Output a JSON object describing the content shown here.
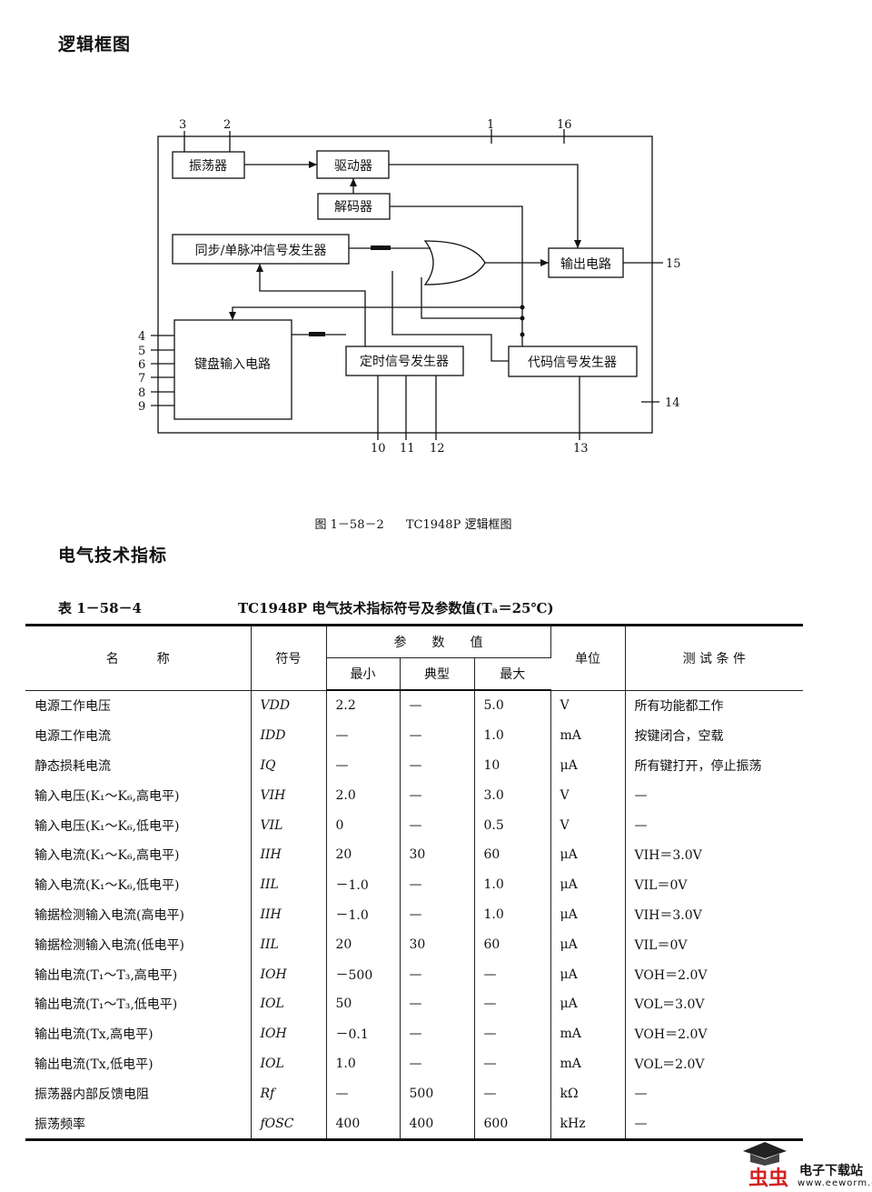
{
  "headings": {
    "logic": "逻辑框图",
    "electrical": "电气技术指标"
  },
  "diagram": {
    "blocks": {
      "oscillator": "振荡器",
      "driver": "驱动器",
      "decoder": "解码器",
      "sync": "同步/单脉冲信号发生器",
      "output": "输出电路",
      "keyboard": "键盘输入电路",
      "timing": "定时信号发生器",
      "code": "代码信号发生器"
    },
    "pins": [
      "1",
      "2",
      "3",
      "4",
      "5",
      "6",
      "7",
      "8",
      "9",
      "10",
      "11",
      "12",
      "13",
      "14",
      "15",
      "16"
    ]
  },
  "caption": {
    "fig_no": "图 1－58－2",
    "text": "TC1948P 逻辑框图"
  },
  "table": {
    "number": "表 1－58－4",
    "title": "TC1948P 电气技术指标符号及参数值(Tₐ＝25℃)",
    "headers": {
      "name": "名　　　称",
      "symbol": "符号",
      "params": "参　　数　　值",
      "min": "最小",
      "typ": "典型",
      "max": "最大",
      "unit": "单位",
      "cond": "测 试 条 件"
    },
    "rows": [
      {
        "name": "电源工作电压",
        "sym": "VDD",
        "min": "2.2",
        "typ": "—",
        "max": "5.0",
        "unit": "V",
        "cond": "所有功能都工作"
      },
      {
        "name": "电源工作电流",
        "sym": "IDD",
        "min": "—",
        "typ": "—",
        "max": "1.0",
        "unit": "mA",
        "cond": "按键闭合，空载"
      },
      {
        "name": "静态损耗电流",
        "sym": "IQ",
        "min": "—",
        "typ": "—",
        "max": "10",
        "unit": "μA",
        "cond": "所有键打开，停止振荡"
      },
      {
        "name": "输入电压(K₁～K₆,高电平)",
        "sym": "VIH",
        "min": "2.0",
        "typ": "—",
        "max": "3.0",
        "unit": "V",
        "cond": "—"
      },
      {
        "name": "输入电压(K₁～K₆,低电平)",
        "sym": "VIL",
        "min": "0",
        "typ": "—",
        "max": "0.5",
        "unit": "V",
        "cond": "—"
      },
      {
        "name": "输入电流(K₁～K₆,高电平)",
        "sym": "IIH",
        "min": "20",
        "typ": "30",
        "max": "60",
        "unit": "μA",
        "cond": "VIH＝3.0V"
      },
      {
        "name": "输入电流(K₁～K₆,低电平)",
        "sym": "IIL",
        "min": "－1.0",
        "typ": "—",
        "max": "1.0",
        "unit": "μA",
        "cond": "VIL＝0V"
      },
      {
        "name": "输据检测输入电流(高电平)",
        "sym": "IIH",
        "min": "－1.0",
        "typ": "—",
        "max": "1.0",
        "unit": "μA",
        "cond": "VIH＝3.0V"
      },
      {
        "name": "输据检测输入电流(低电平)",
        "sym": "IIL",
        "min": "20",
        "typ": "30",
        "max": "60",
        "unit": "μA",
        "cond": "VIL＝0V"
      },
      {
        "name": "输出电流(T₁～T₃,高电平)",
        "sym": "IOH",
        "min": "－500",
        "typ": "—",
        "max": "—",
        "unit": "μA",
        "cond": "VOH＝2.0V"
      },
      {
        "name": "输出电流(T₁～T₃,低电平)",
        "sym": "IOL",
        "min": "50",
        "typ": "—",
        "max": "—",
        "unit": "μA",
        "cond": "VOL＝3.0V"
      },
      {
        "name": "输出电流(Tx,高电平)",
        "sym": "IOH",
        "min": "－0.1",
        "typ": "—",
        "max": "—",
        "unit": "mA",
        "cond": "VOH＝2.0V"
      },
      {
        "name": "输出电流(Tx,低电平)",
        "sym": "IOL",
        "min": "1.0",
        "typ": "—",
        "max": "—",
        "unit": "mA",
        "cond": "VOL＝2.0V"
      },
      {
        "name": "振荡器内部反馈电阻",
        "sym": "Rf",
        "min": "—",
        "typ": "500",
        "max": "—",
        "unit": "kΩ",
        "cond": "—"
      },
      {
        "name": "振荡频率",
        "sym": "fOSC",
        "min": "400",
        "typ": "400",
        "max": "600",
        "unit": "kHz",
        "cond": "—"
      }
    ]
  },
  "logo": {
    "big": "虫虫",
    "text": "电子下载站",
    "url": "www.eeworm.com"
  }
}
